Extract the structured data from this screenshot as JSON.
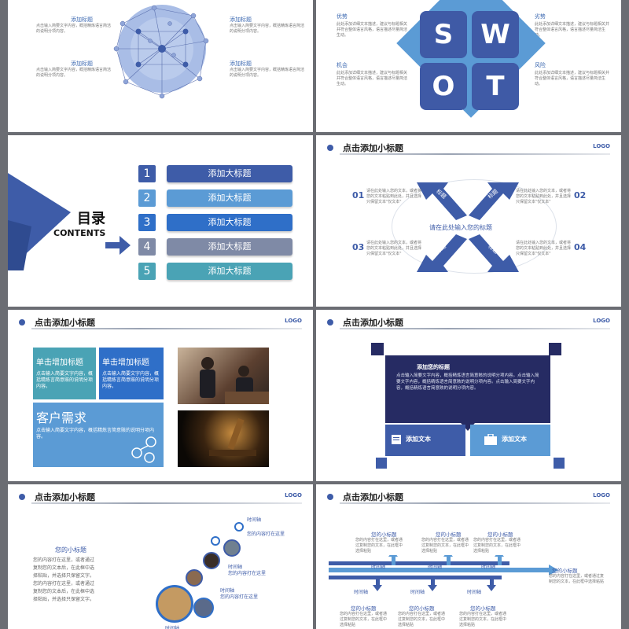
{
  "slide1": {
    "left_top_title": "添加标题",
    "left_top_text": "点击输入简要文字内容，概括精炼语言简洁的说明分项内容。",
    "left_bottom_title": "添加标题",
    "left_bottom_text": "点击输入简要文字内容，概括精炼语言简洁的说明分项内容。",
    "right_top_title": "添加标题",
    "right_top_text": "点击输入简要文字内容，概括精炼语言简洁的说明分项内容。",
    "right_bottom_title": "添加标题",
    "right_bottom_text": "点击输入简要文字内容，概括精炼语言简洁的说明分项内容。"
  },
  "slide2": {
    "s": "S",
    "w": "W",
    "o": "O",
    "t": "T",
    "strength": "优势",
    "weakness": "劣势",
    "opportunity": "机会",
    "threat": "风险",
    "text": "此处添加详细文本描述，建议与标题相关并符合整体语言风格，语言描述尽量简洁生动。"
  },
  "slide3": {
    "title": "目录",
    "subtitle": "CONTENTS",
    "items": [
      {
        "num": "1",
        "label": "添加大标题"
      },
      {
        "num": "2",
        "label": "添加大标题"
      },
      {
        "num": "3",
        "label": "添加大标题"
      },
      {
        "num": "4",
        "label": "添加大标题"
      },
      {
        "num": "5",
        "label": "添加大标题"
      }
    ]
  },
  "slide4": {
    "header": "点击添加小标题",
    "logo": "LOGO",
    "center": "请在此处输入您的标题",
    "arrow_label": "标题",
    "n1": "01",
    "n2": "02",
    "n3": "03",
    "n4": "04",
    "text": "请在此处输入您的文本，或者将您的文本粘贴到此处，并且选择只保留文本\"仅文本\""
  },
  "slide5": {
    "header": "点击添加小标题",
    "logo": "LOGO",
    "box1_title": "单击增加标题",
    "box1_text": "点击输入简要文字内容，概括精炼言简意赅的说明分项内容。",
    "box2_title": "单击增加标题",
    "box2_text": "点击输入简要文字内容，概括精炼言简意赅的说明分项内容。",
    "box3_title": "客户需求",
    "box3_text": "点击输入简要文字内容，概括精炼言简意赅的说明分项内容。"
  },
  "slide6": {
    "header": "点击添加小标题",
    "logo": "LOGO",
    "panel_title": "添加您的标题",
    "panel_text": "点击输入简要文字内容，概括精炼语言简意赅的说明分项内容。点击输入简要文字内容，概括精炼语言简意赅的说明分项内容。点击输入简要文字内容，概括精炼语言简意赅的说明分项内容。",
    "btn1": "添加文本",
    "btn2": "添加文本"
  },
  "slide7": {
    "header": "点击添加小标题",
    "logo": "LOGO",
    "sub_title": "您的小标题",
    "sub_text": "您的内容打在这里，或者通过复制您的文本后，在此框中选择粘贴，并选择只保留文字。您的内容打在这里，或者通过复制您的文本后，在此框中选择粘贴，并选择只保留文字。",
    "time": "时间轴",
    "time_text": "您的内容打在这里"
  },
  "slide8": {
    "header": "点击添加小标题",
    "logo": "LOGO",
    "sub_title": "您的小标题",
    "sub_text": "您的内容打在这里，或者通过复制您的文本，在此框中选择粘贴",
    "time": "时间轴"
  },
  "colors": {
    "primary": "#3e5ca8",
    "light_blue": "#5b9bd5",
    "teal": "#4aa3b5",
    "navy": "#262b63",
    "gray_blue": "#7f8aa6"
  }
}
